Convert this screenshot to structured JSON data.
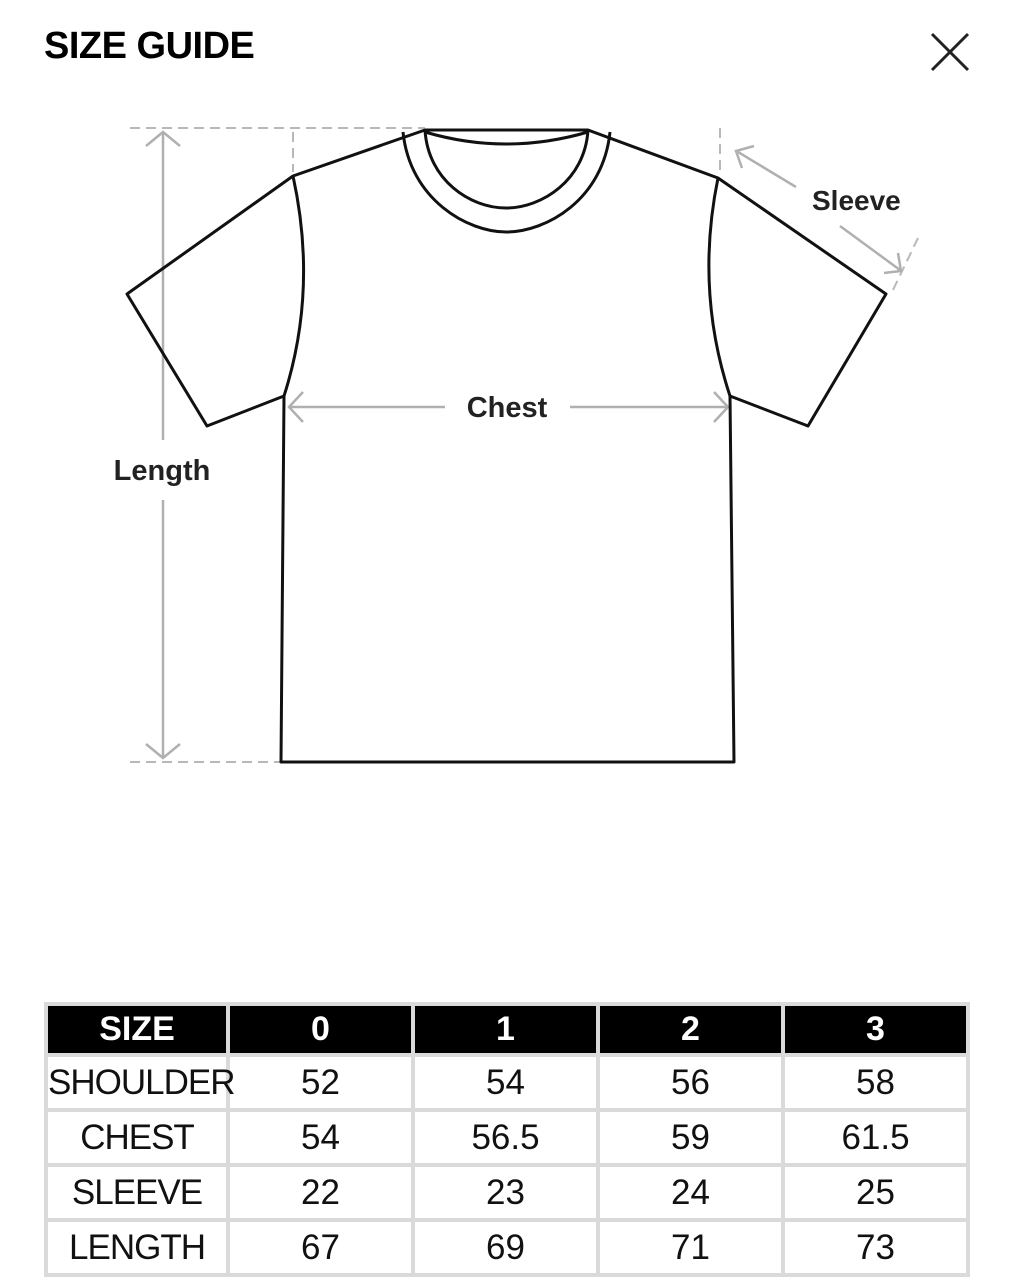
{
  "header": {
    "title": "SIZE GUIDE"
  },
  "diagram": {
    "labels": {
      "sleeve": "Sleeve",
      "chest": "Chest",
      "length": "Length"
    }
  },
  "size_table": {
    "columns": [
      "SIZE",
      "0",
      "1",
      "2",
      "3"
    ],
    "rows": [
      {
        "label": "SHOULDER",
        "values": [
          "52",
          "54",
          "56",
          "58"
        ]
      },
      {
        "label": "CHEST",
        "values": [
          "54",
          "56.5",
          "59",
          "61.5"
        ]
      },
      {
        "label": "SLEEVE",
        "values": [
          "22",
          "23",
          "24",
          "25"
        ]
      },
      {
        "label": "LENGTH",
        "values": [
          "67",
          "69",
          "71",
          "73"
        ]
      }
    ]
  }
}
